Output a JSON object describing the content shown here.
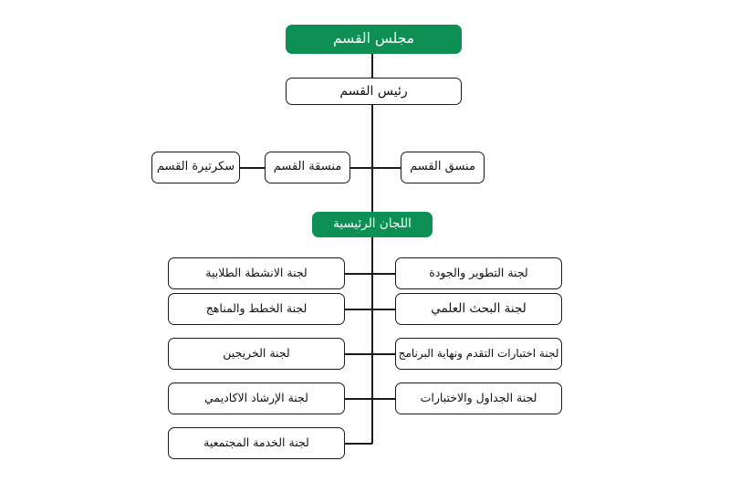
{
  "diagram": {
    "title_top": "مجلس القسم",
    "type": "organizational-chart",
    "colors": {
      "accent_green": "#0e9055",
      "box_border": "#1a1a1a",
      "box_fill": "#ffffff",
      "text_dark": "#111111",
      "text_light": "#ffffff",
      "background": "#ffffff"
    },
    "nodes": {
      "council": "مجلس القسم",
      "head": "رئيس القسم",
      "secretary": "سكرتيرة القسم",
      "coordinator_female": "منسقة القسم",
      "coordinator_male": "منسق القسم",
      "main_committees": "اللجان الرئيسية"
    },
    "committees_left": [
      "لجنة الانشطة الطلابية",
      "لجنة الخطط والمناهج",
      "لجنة الخريجين",
      "لجنة الإرشاد الاكاديمي",
      "لجنة الخدمة المجتمعية"
    ],
    "committees_right": [
      "لجنة التطوير والجودة",
      "لجنة البحث العلمي",
      "لجنة اختبارات التقدم ونهاية البرنامج",
      "لجنة الجداول والاختبارات"
    ]
  }
}
